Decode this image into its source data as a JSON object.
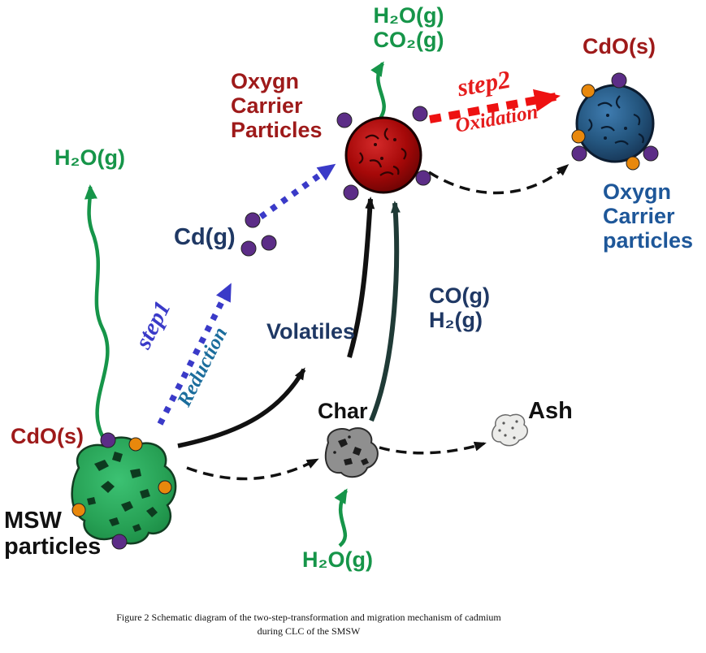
{
  "figure": {
    "caption": [
      "Figure 2 Schematic diagram of the two-step-transformation and migration mechanism of cadmium",
      "during CLC of the SMSW"
    ]
  },
  "labels": {
    "h2o_top": "H₂O(g)",
    "co2_top": "CO₂(g)",
    "cdo_top_right": "CdO(s)",
    "step2": "step2",
    "oxidation": "Oxidation",
    "oxygen_carrier_left": [
      "Oxygn",
      "Carrier",
      "Particles"
    ],
    "oxygen_carrier_right": [
      "Oxygn",
      "Carrier",
      "particles"
    ],
    "h2o_left": "H₂O(g)",
    "cd_gas": "Cd(g)",
    "step1": "step1",
    "reduction": "Reduction",
    "volatiles": "Volatiles",
    "co_gas": "CO(g)",
    "h2_gas": "H₂(g)",
    "char": "Char",
    "ash": "Ash",
    "cdo_left": "CdO(s)",
    "msw": [
      "MSW",
      "particles"
    ],
    "h2o_bottom": "H₂O(g)"
  },
  "colors": {
    "green": "#169549",
    "dark_red": "#9e1a1a",
    "bright_red": "#ee1111",
    "navy": "#1f3864",
    "step1_blue": "#3a3ac8",
    "reduction_blue": "#1b6d9c",
    "carrier_blue": "#1e5799",
    "purple_dot": "#5c2d87",
    "orange_dot": "#e8880c",
    "msw_green": "#2daa5a",
    "red_sphere": "#b50d0d",
    "blue_sphere": "#2b5f8e",
    "char_gray": "#8f8f8f",
    "ash_gray": "#ececea",
    "black": "#111111"
  }
}
